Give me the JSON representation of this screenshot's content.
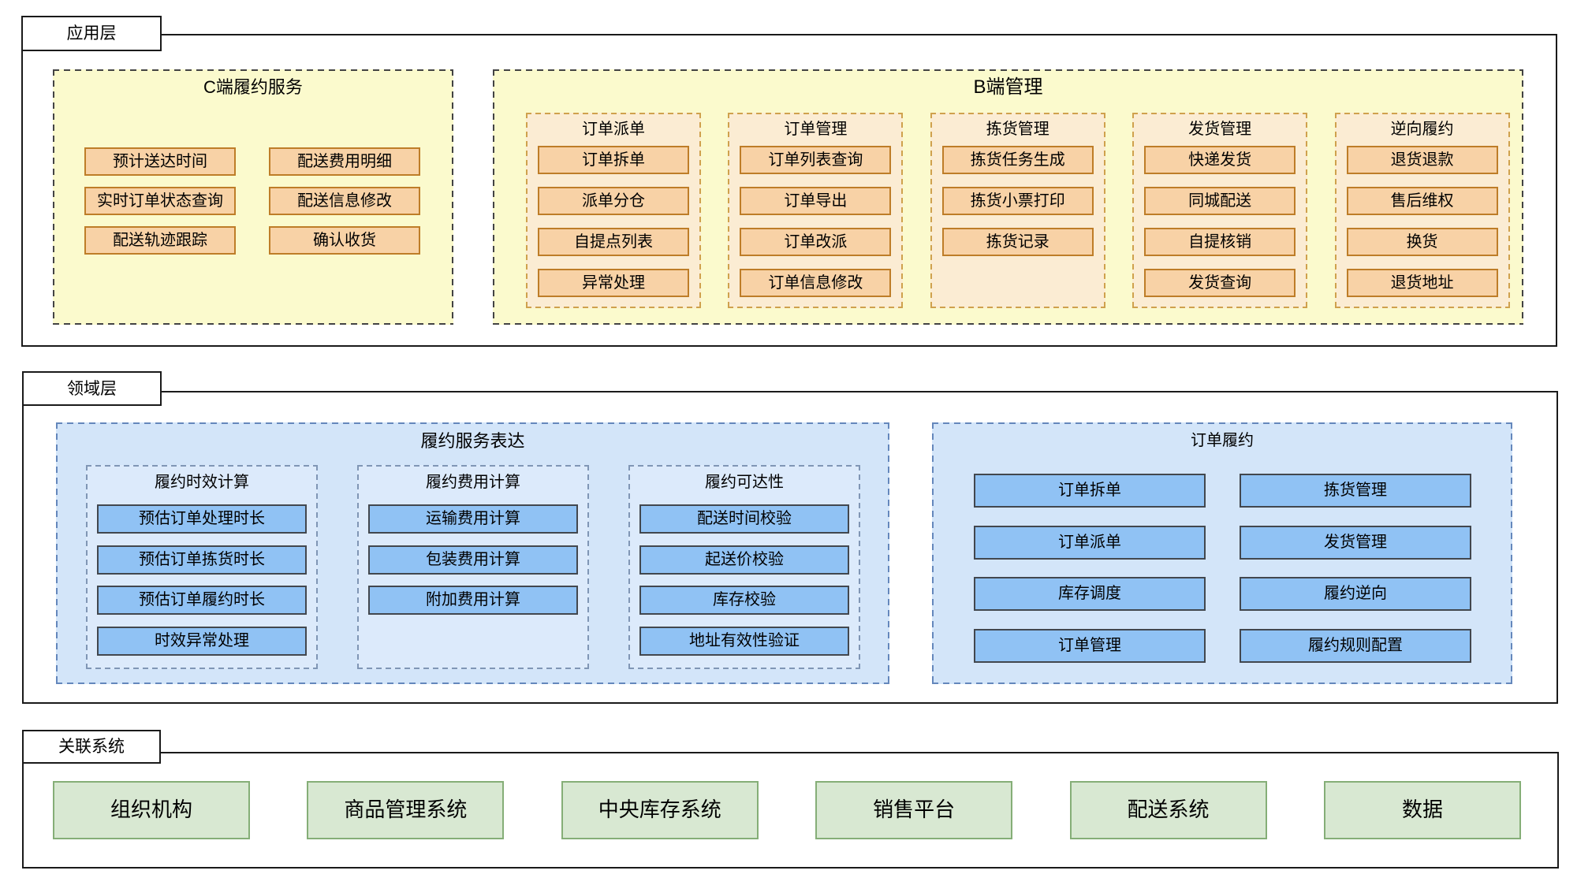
{
  "colors": {
    "line": "#1a1a1a",
    "yellow-fill": "#fbfacd",
    "dark-dash": "#434343",
    "cream-fill": "#fbecd3",
    "tan-dash": "#cfa14d",
    "orange-fill": "#f8d2a6",
    "orange-border": "#be7d28",
    "blue-outer": "#d3e5f9",
    "blue-dash": "#6487bc",
    "blue-sub": "#dceafb",
    "bluegray-dash": "#8096b5",
    "blue-item": "#90c2f4",
    "blue-item-border": "#42474e",
    "green-fill": "#d8e8d2",
    "green-border": "#85ae77"
  },
  "layers": {
    "application": {
      "tab": "应用层",
      "c_side": {
        "title": "C端履约服务",
        "items": [
          "预计送达时间",
          "配送费用明细",
          "实时订单状态查询",
          "配送信息修改",
          "配送轨迹跟踪",
          "确认收货"
        ]
      },
      "b_side": {
        "title": "B端管理",
        "columns": [
          {
            "title": "订单派单",
            "items": [
              "订单拆单",
              "派单分仓",
              "自提点列表",
              "异常处理"
            ]
          },
          {
            "title": "订单管理",
            "items": [
              "订单列表查询",
              "订单导出",
              "订单改派",
              "订单信息修改"
            ]
          },
          {
            "title": "拣货管理",
            "items": [
              "拣货任务生成",
              "拣货小票打印",
              "拣货记录"
            ]
          },
          {
            "title": "发货管理",
            "items": [
              "快递发货",
              "同城配送",
              "自提核销",
              "发货查询"
            ]
          },
          {
            "title": "逆向履约",
            "items": [
              "退货退款",
              "售后维权",
              "换货",
              "退货地址"
            ]
          }
        ]
      }
    },
    "domain": {
      "tab": "领域层",
      "fulfillment_expression": {
        "title": "履约服务表达",
        "columns": [
          {
            "title": "履约时效计算",
            "items": [
              "预估订单处理时长",
              "预估订单拣货时长",
              "预估订单履约时长",
              "时效异常处理"
            ]
          },
          {
            "title": "履约费用计算",
            "items": [
              "运输费用计算",
              "包装费用计算",
              "附加费用计算"
            ]
          },
          {
            "title": "履约可达性",
            "items": [
              "配送时间校验",
              "起送价校验",
              "库存校验",
              "地址有效性验证"
            ]
          }
        ]
      },
      "order_fulfillment": {
        "title": "订单履约",
        "items": [
          "订单拆单",
          "订单派单",
          "库存调度",
          "订单管理",
          "拣货管理",
          "发货管理",
          "履约逆向",
          "履约规则配置"
        ]
      }
    },
    "related": {
      "tab": "关联系统",
      "items": [
        "组织机构",
        "商品管理系统",
        "中央库存系统",
        "销售平台",
        "配送系统",
        "数据"
      ]
    }
  }
}
